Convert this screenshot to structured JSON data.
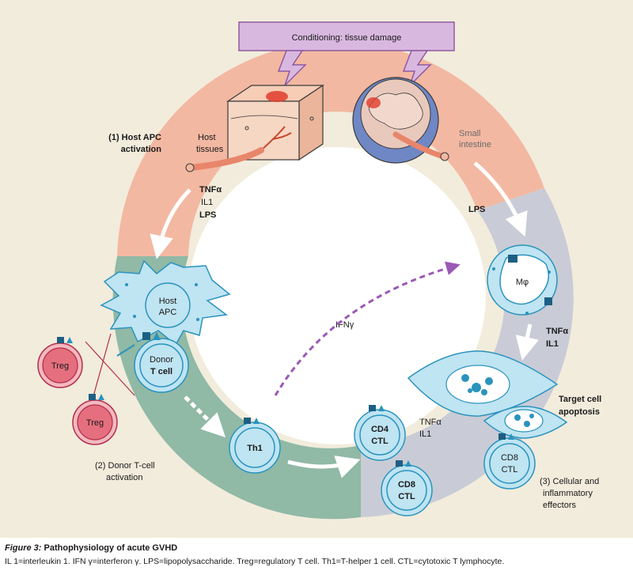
{
  "conditioning_box": "Conditioning: tissue damage",
  "labels": {
    "host_apc_activation": [
      "(1) Host APC",
      "activation"
    ],
    "host_tissues": [
      "Host",
      "tissues"
    ],
    "small_intestine": [
      "Small",
      "intestine"
    ],
    "cytokines_left": [
      "TNFα",
      "IL1",
      "LPS"
    ],
    "lps_right": "LPS",
    "macrophage": "Mφ",
    "tnf_right": [
      "TNFα",
      "IL1"
    ],
    "ifn": "IFNγ",
    "target_apoptosis": [
      "Target cell",
      "apoptosis"
    ],
    "cellular_effectors": [
      "(3) Cellular and",
      "inflammatory",
      "effectors"
    ],
    "donor_activation": [
      "(2) Donor T-cell",
      "activation"
    ],
    "tnf_mid": [
      "TNFα",
      "IL1"
    ]
  },
  "cells": {
    "host_apc": [
      "Host",
      "APC"
    ],
    "donor_tcell": [
      "Donor",
      "T cell"
    ],
    "treg_1": "Treg",
    "treg_2": "Treg",
    "th1": "Th1",
    "cd4_ctl": [
      "CD4",
      "CTL"
    ],
    "cd8_ctl_a": [
      "CD8",
      "CTL"
    ],
    "cd8_ctl_b": [
      "CD8",
      "CTL"
    ]
  },
  "caption": {
    "figure_label": "Figure 3:",
    "title": "Pathophysiology of acute GVHD",
    "abbreviations": "IL 1=interleukin 1. IFN γ=interferon γ. LPS=lipopolysaccharide. Treg=regulatory T cell. Th1=T-helper 1 cell. CTL=cytotoxic T lymphocyte."
  },
  "colors": {
    "background": "#f2ecdc",
    "ring_pink": "#f3b8a2",
    "ring_grey": "#c9ccd6",
    "ring_green": "#90b9a6",
    "box_purple": "#d9b8e0",
    "cell_blue": "#bfe4f2",
    "cell_stroke": "#2a93bd",
    "treg_red": "#e56f7e",
    "ifn_arrow": "#9b59b6"
  }
}
